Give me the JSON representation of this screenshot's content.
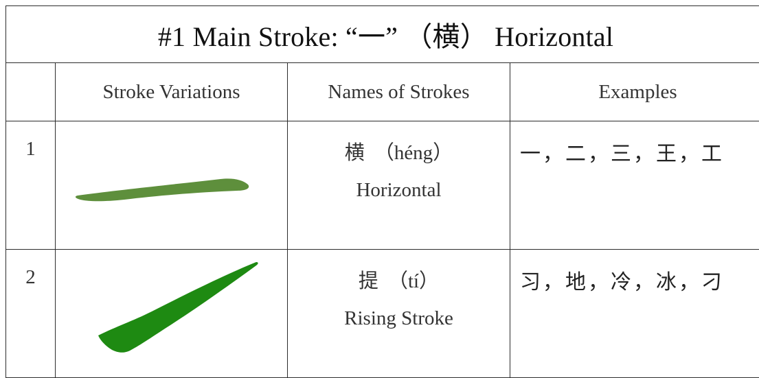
{
  "title": "#1 Main Stroke: “一” （横） Horizontal",
  "columns": {
    "index": "",
    "variations": "Stroke Variations",
    "names": "Names of Strokes",
    "examples": "Examples"
  },
  "rows": [
    {
      "index": "1",
      "stroke_icon": "horizontal-stroke-icon",
      "stroke_color": "#5e8f3c",
      "hanzi": "横",
      "pinyin": "（héng）",
      "english": "Horizontal",
      "examples": "一，二，三，王，工"
    },
    {
      "index": "2",
      "stroke_icon": "rising-stroke-icon",
      "stroke_color": "#1e8a12",
      "hanzi": "提",
      "pinyin": "（tí）",
      "english": "Rising Stroke",
      "examples": "习，地，冷，冰，刁"
    }
  ]
}
